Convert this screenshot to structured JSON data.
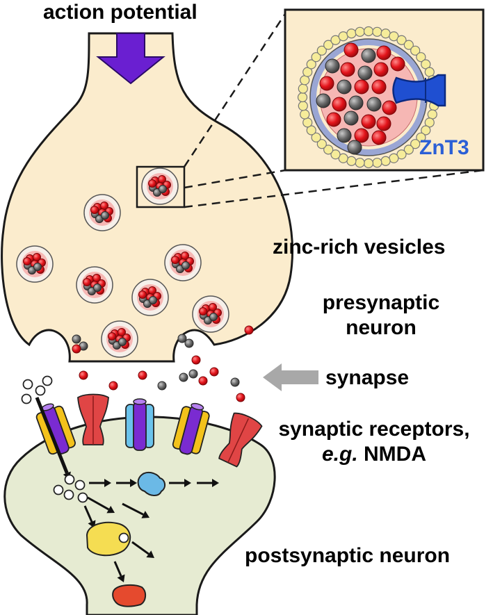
{
  "labels": {
    "action_potential": "action potential",
    "zinc_rich_vesicles": "zinc-rich vesicles",
    "presynaptic_line1": "presynaptic",
    "presynaptic_line2": "neuron",
    "synapse": "synapse",
    "receptors_line1": "synaptic receptors,",
    "receptors_eg": "e.g.",
    "receptors_nmda": "NMDA",
    "postsynaptic": "postsynaptic neuron",
    "znt3": "ZnT3"
  },
  "colors": {
    "presynaptic_fill": "#fbeccd",
    "postsynaptic_fill": "#e6ebd2",
    "zinc_ion": "#e3141b",
    "grey_ion": "#6b6b6b",
    "vesicle_core": "#f6b7b4",
    "arrow_purple": "#6a1fd1",
    "transporter_blue": "#1f4fd1",
    "synapse_arrow_grey": "#a8a8a8",
    "receptor_yellow": "#f3c21b",
    "receptor_red": "#e04545",
    "receptor_cyan": "#6bc3ec",
    "receptor_purple": "#7a2bd1"
  },
  "icons": {
    "incoming_arrow": "arrow-down-icon",
    "transporter": "znt3-transporter-icon",
    "receptor": "ion-channel-icon"
  }
}
